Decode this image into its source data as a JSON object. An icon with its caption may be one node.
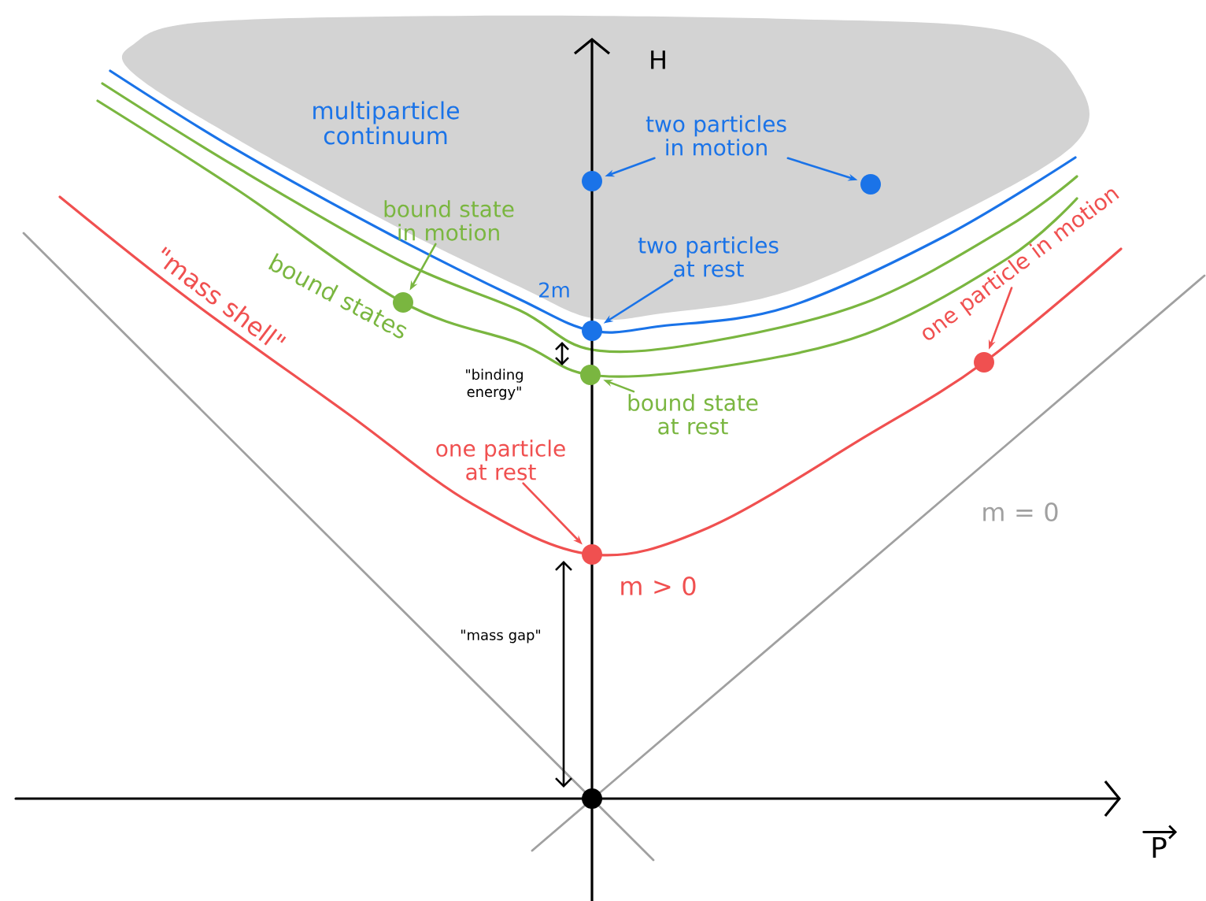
{
  "diagram": {
    "nodes": [
      {
        "text": [
          "multiparticle continuum"
        ]
      },
      {
        "text": [
          "two particles in motion"
        ],
        "in": 0
      },
      {
        "text": [],
        "shape": "circle",
        "in": 0
      },
      {
        "text": [],
        "shape": "circle",
        "in": 0
      },
      {
        "text": [
          "bound state in motion"
        ],
        "in": 0
      },
      {
        "text": [
          "two particles at rest"
        ],
        "in": 0
      },
      {
        "text": [],
        "shape": "circle"
      },
      {
        "text": [],
        "shape": "circle"
      },
      {
        "text": [],
        "shape": "circle"
      },
      {
        "text": [
          "bound state at rest"
        ]
      },
      {
        "text": [
          "one particle at rest"
        ]
      },
      {
        "text": [],
        "shape": "circle"
      },
      {
        "text": [
          "one particle in motion"
        ]
      },
      {
        "text": [],
        "shape": "circle"
      },
      {
        "text": [],
        "shape": "circle"
      }
    ],
    "edges": [
      {
        "from": 1,
        "to": 2,
        "arrow": "to",
        "color": "#1a73e8"
      },
      {
        "from": 1,
        "to": 3,
        "arrow": "to",
        "color": "#1a73e8"
      },
      {
        "from": 4,
        "to": 7,
        "arrow": "to",
        "color": "#7ab640"
      },
      {
        "from": 5,
        "to": 6,
        "arrow": "to",
        "color": "#1a73e8"
      },
      {
        "from": 9,
        "to": 8,
        "arrow": "to",
        "color": "#7ab640"
      },
      {
        "from": 10,
        "to": 11,
        "arrow": "to",
        "color": "#f05050"
      },
      {
        "from": 12,
        "to": 13,
        "arrow": "to",
        "color": "#f05050"
      }
    ],
    "labels": [
      "H",
      "2m",
      "\"mass shell\"",
      "bound states",
      "\"binding energy\"",
      "m = 0",
      "m > 0",
      "\"mass gap\"",
      "P"
    ]
  }
}
